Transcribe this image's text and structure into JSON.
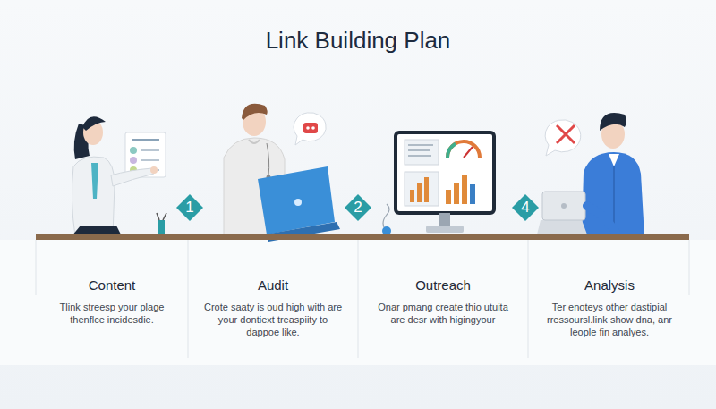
{
  "diagram": {
    "title": "Link Building Plan",
    "nodes": [
      {
        "text": [
          "1"
        ]
      },
      {
        "text": [
          "2"
        ]
      },
      {
        "text": [
          "4"
        ]
      },
      {
        "text": [
          "Content",
          "Tlink streesp your plage thenflce incidesdie."
        ]
      },
      {
        "text": [
          "Audit",
          "Crote saaty is oud high with are your dontiext treaspiity to dappoe like."
        ]
      },
      {
        "text": [
          "Outreach",
          "Onar pmang create thio utuita are desr with higingyour"
        ]
      },
      {
        "text": [
          "Analysis",
          "Ter enoteys other dastipial rressoursl.link show dna, anr leople fin analyes."
        ]
      }
    ]
  }
}
